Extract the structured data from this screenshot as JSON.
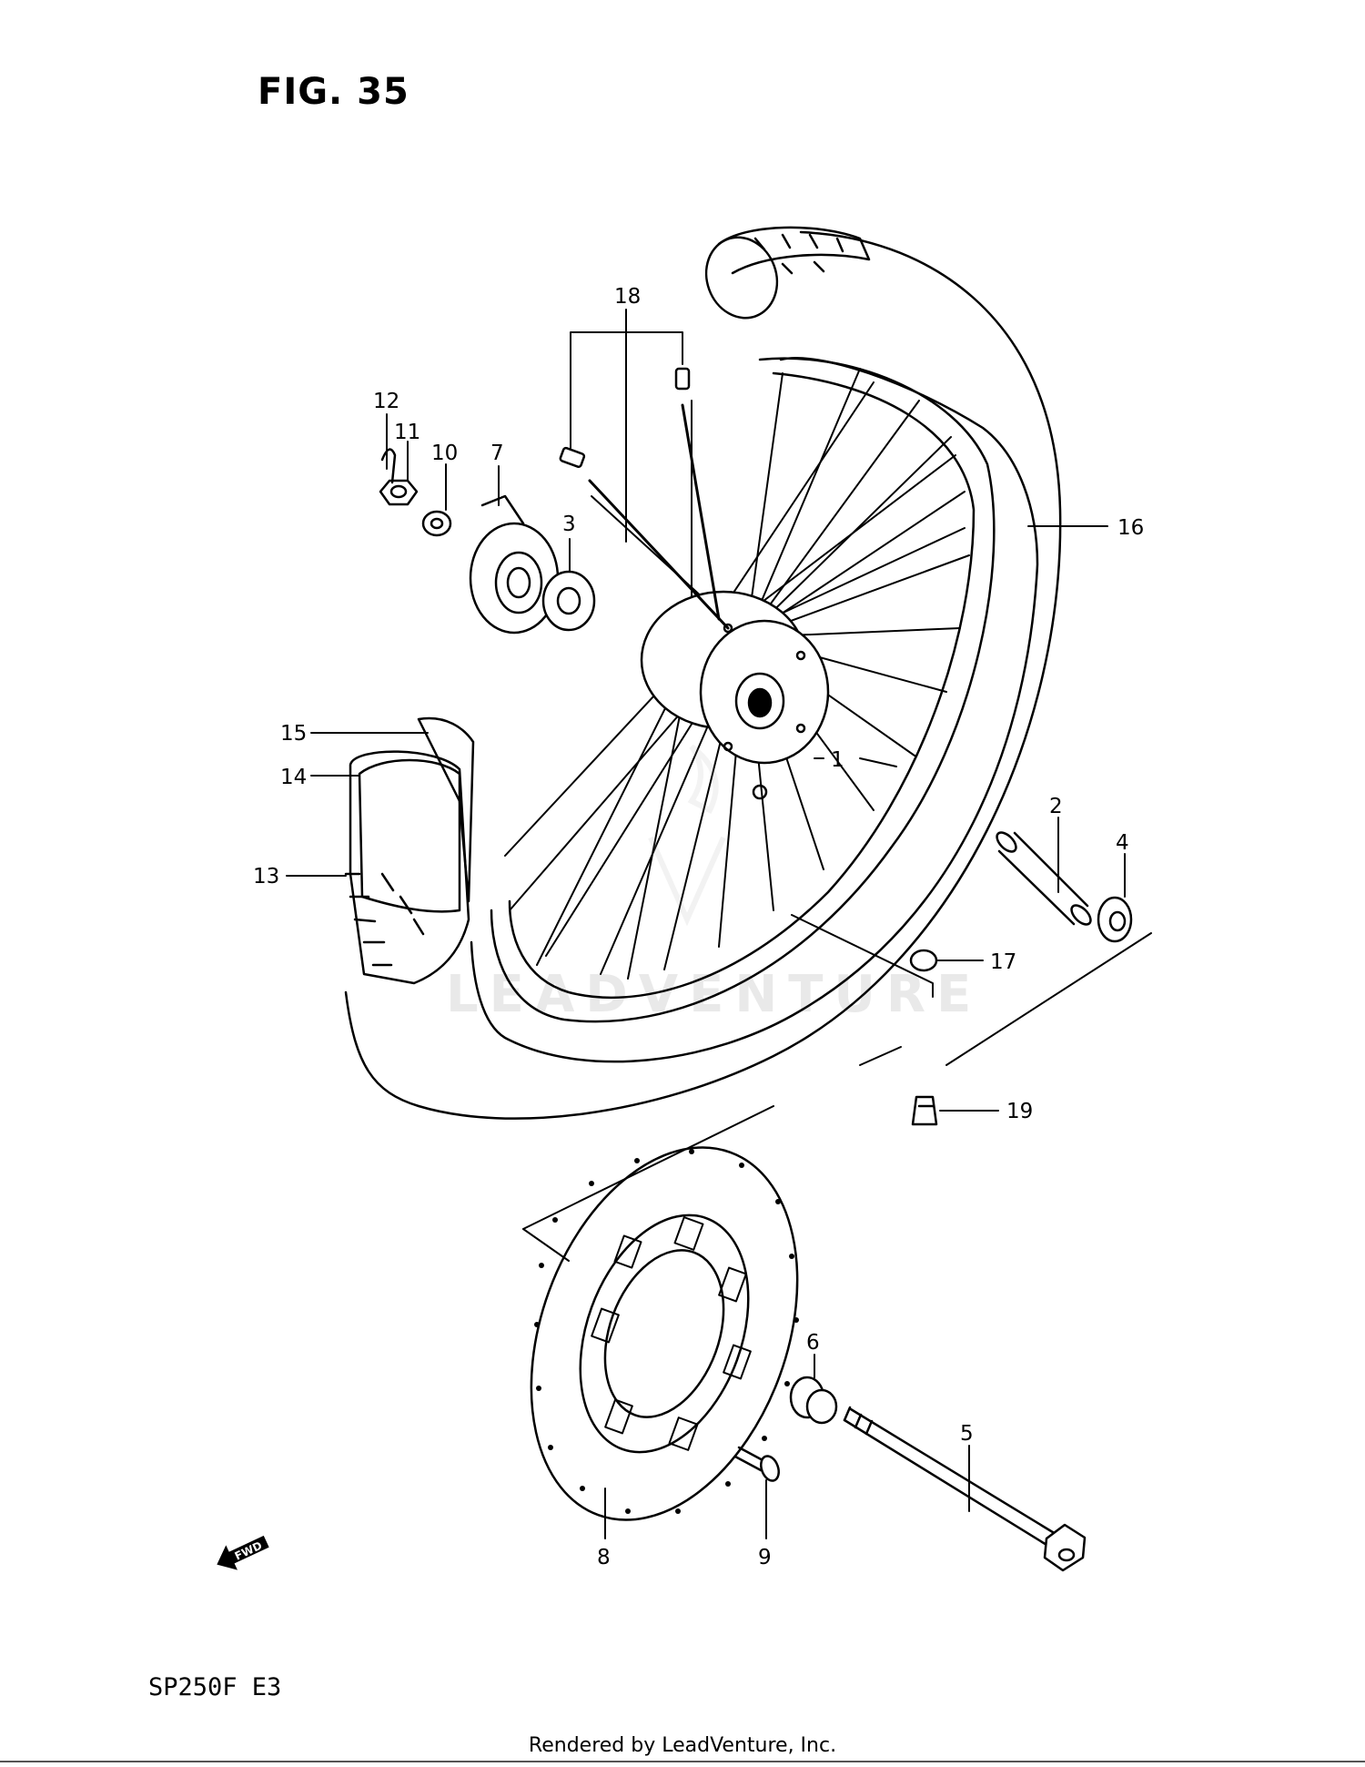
{
  "figure": {
    "title": "FIG. 35",
    "model": "SP250F  E3",
    "watermark": "LEADVENTURE",
    "footer": "Rendered by LeadVenture, Inc."
  },
  "callouts": [
    "1",
    "2",
    "3",
    "4",
    "5",
    "6",
    "7",
    "8",
    "9",
    "10",
    "11",
    "12",
    "13",
    "14",
    "15",
    "16",
    "17",
    "18",
    "19"
  ],
  "fwd_label": "FWD",
  "icons": [
    "fwd-arrow-icon",
    "leadventure-logo"
  ]
}
